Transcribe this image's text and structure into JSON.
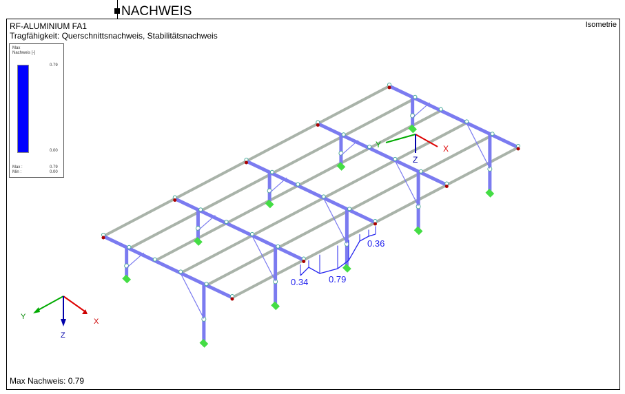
{
  "header": {
    "title": "NACHWEIS"
  },
  "panel": {
    "module": "RF-ALUMINIUM FA1",
    "subtitle": "Tragfähigkeit: Querschnittsnachweis, Stabilitätsnachweis",
    "view": "Isometrie"
  },
  "legend": {
    "title_line1": "Max",
    "title_line2": "Nachweis [-]",
    "top_value": "0.79",
    "bottom_value": "0.00",
    "max_label": "Max :",
    "max_value": "0.79",
    "min_label": "Min :",
    "min_value": "0.00",
    "fill_color": "#0000ff"
  },
  "result_labels": [
    "0.34",
    "0.79",
    "0.36"
  ],
  "axes": {
    "x": "X",
    "y": "Y",
    "z": "Z"
  },
  "footer": {
    "max_text": "Max Nachweis: 0.79"
  },
  "colors": {
    "frame": "#7b7bf0",
    "purlin": "#a9b3a9",
    "support": "#44dd44",
    "diagram": "#2222ee"
  }
}
